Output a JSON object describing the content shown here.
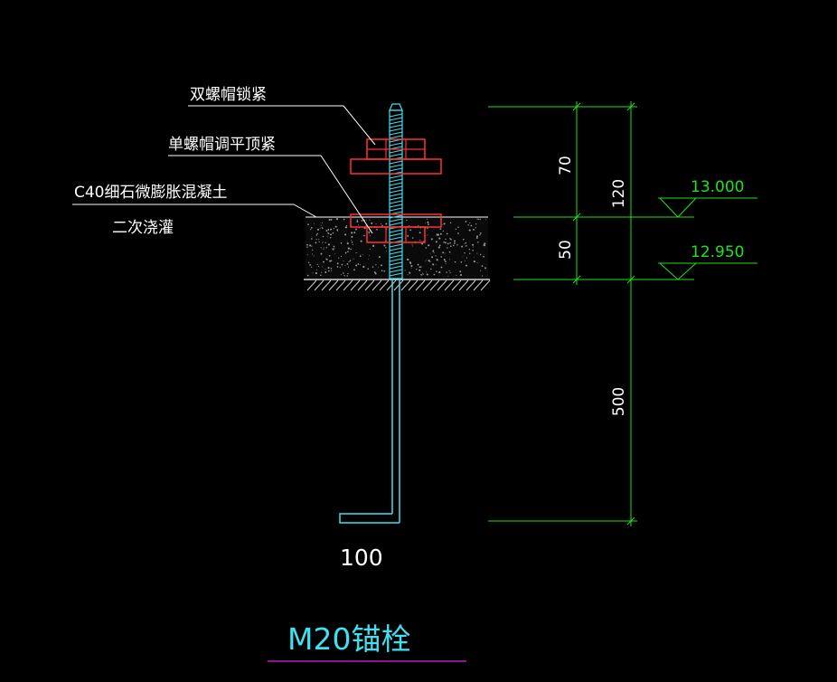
{
  "labels": {
    "double_nut": "双螺帽锁紧",
    "single_nut": "单螺帽调平顶紧",
    "grout_line1": "C40细石微膨胀混凝土",
    "grout_line2": "二次浇灌",
    "hook_length": "100"
  },
  "dimensions": {
    "d70": "70",
    "d50": "50",
    "d120": "120",
    "d500": "500"
  },
  "elevations": {
    "top": "13.000",
    "bottom": "12.950"
  },
  "title": "M20锚栓",
  "colors": {
    "background": "#000000",
    "text": "#ffffff",
    "nut": "#ff3030",
    "bolt": "#40e0f0",
    "dimension": "#20e020",
    "title": "#40e0f0",
    "title_underline": "#e020e0",
    "hatch": "#d0d0d0"
  }
}
